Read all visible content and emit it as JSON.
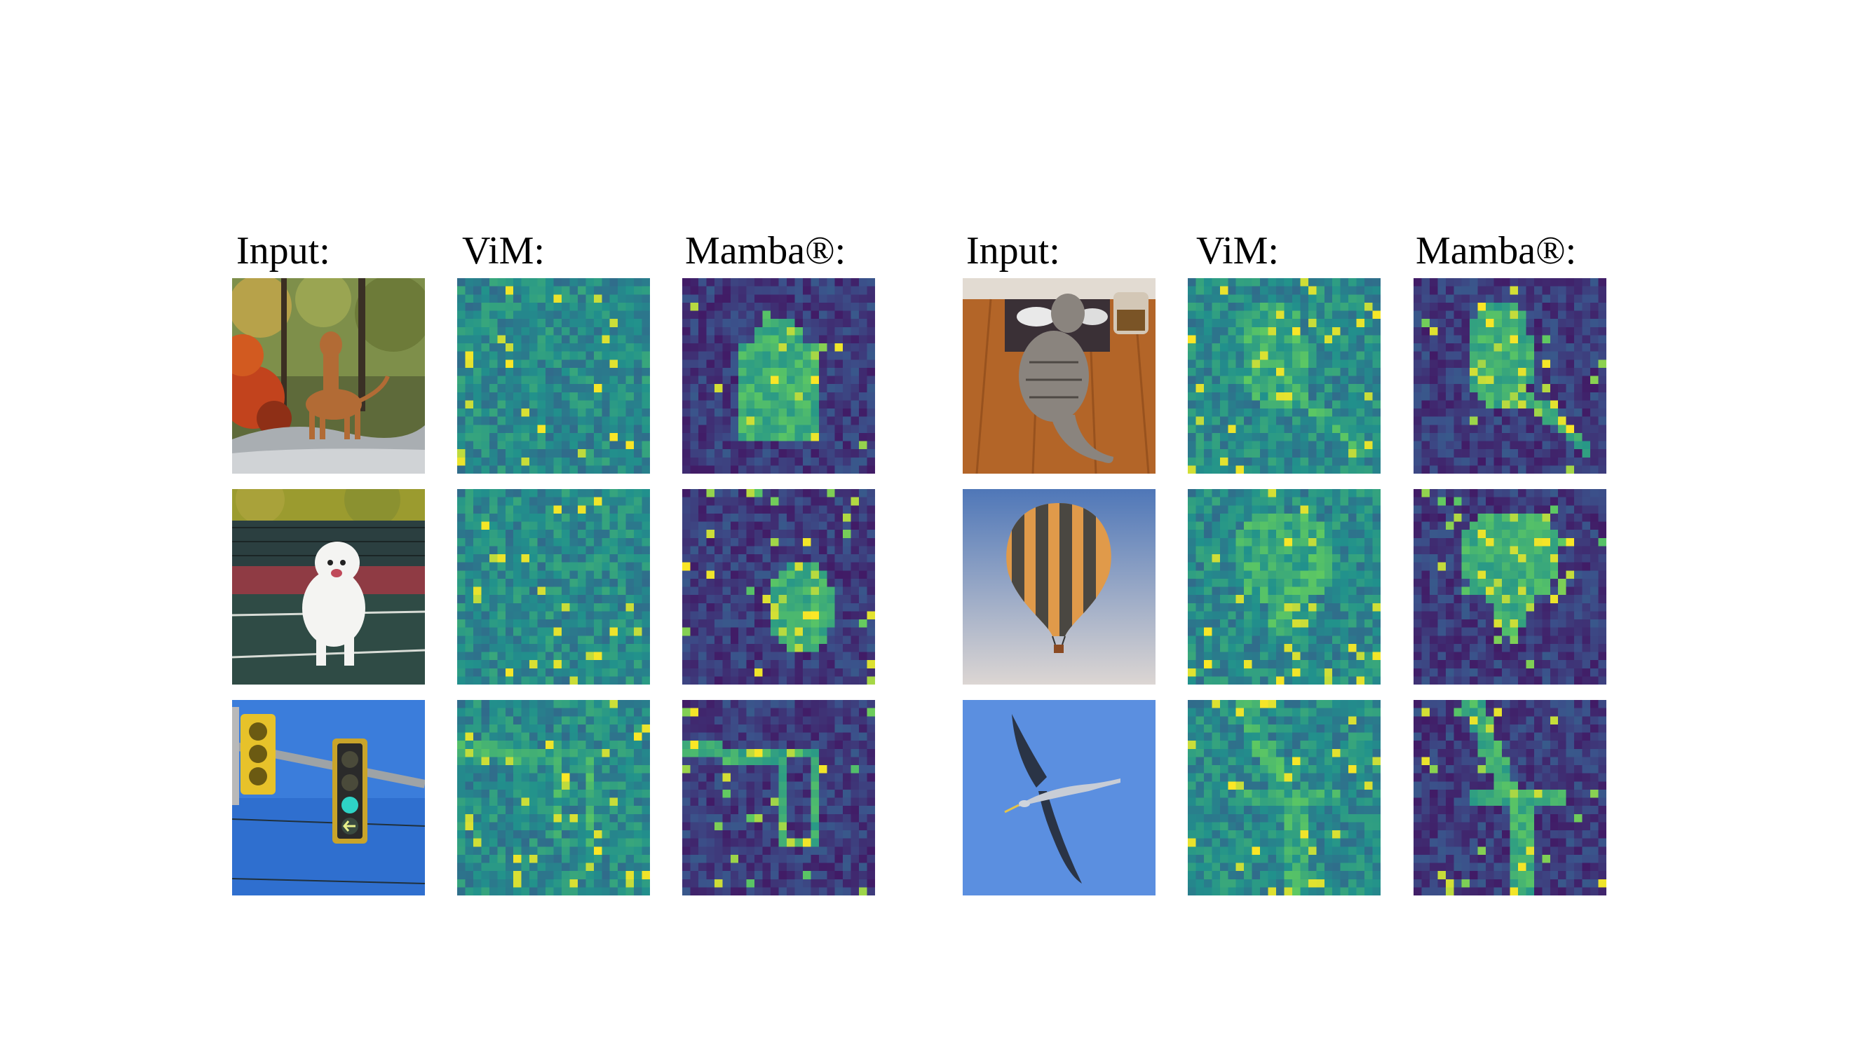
{
  "panels": [
    {
      "labels": {
        "input": "Input:",
        "vim": "ViM:",
        "mamba": "Mamba®:"
      },
      "rows": [
        {
          "image": "dog-forest",
          "vim_pattern": "noise",
          "mamba_pattern": "dog"
        },
        {
          "image": "white-dog-tennis-court",
          "vim_pattern": "noise",
          "mamba_pattern": "white-dog"
        },
        {
          "image": "traffic-light",
          "vim_pattern": "traffic-light",
          "mamba_pattern": "traffic-light"
        }
      ]
    },
    {
      "labels": {
        "input": "Input:",
        "vim": "ViM:",
        "mamba": "Mamba®:"
      },
      "rows": [
        {
          "image": "cat-table",
          "vim_pattern": "cat",
          "mamba_pattern": "cat"
        },
        {
          "image": "hot-air-balloon",
          "vim_pattern": "balloon",
          "mamba_pattern": "balloon"
        },
        {
          "image": "heron-flying",
          "vim_pattern": "bird",
          "mamba_pattern": "bird"
        }
      ]
    }
  ],
  "colormap": [
    "#440154",
    "#3b528b",
    "#21918c",
    "#5ec962",
    "#fde725"
  ]
}
